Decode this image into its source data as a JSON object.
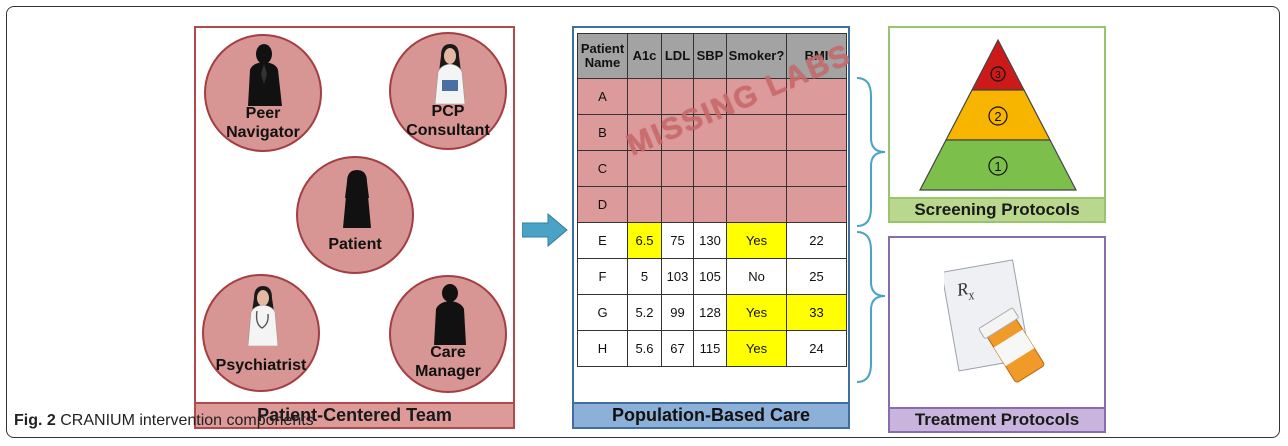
{
  "team": {
    "footer": "Patient-Centered Team",
    "members": {
      "peer": [
        "Peer",
        "Navigator"
      ],
      "pcp": [
        "PCP",
        "Consultant"
      ],
      "patient": "Patient",
      "psych": "Psychiatrist",
      "care": [
        "Care",
        "Manager"
      ]
    }
  },
  "table": {
    "footer": "Population-Based Care",
    "watermark": "MISSING LABS",
    "headers": [
      "Patient Name",
      "A1c",
      "LDL",
      "SBP",
      "Smoker?",
      "BMI"
    ],
    "rows": [
      {
        "name": "A",
        "values": [
          "",
          "",
          "",
          "",
          ""
        ],
        "missing": true
      },
      {
        "name": "B",
        "values": [
          "",
          "",
          "",
          "",
          ""
        ],
        "missing": true
      },
      {
        "name": "C",
        "values": [
          "",
          "",
          "",
          "",
          ""
        ],
        "missing": true
      },
      {
        "name": "D",
        "values": [
          "",
          "",
          "",
          "",
          ""
        ],
        "missing": true
      },
      {
        "name": "E",
        "values": [
          "6.5",
          "75",
          "130",
          "Yes",
          "22"
        ],
        "highlight": [
          0,
          3
        ]
      },
      {
        "name": "F",
        "values": [
          "5",
          "103",
          "105",
          "No",
          "25"
        ],
        "highlight": []
      },
      {
        "name": "G",
        "values": [
          "5.2",
          "99",
          "128",
          "Yes",
          "33"
        ],
        "highlight": [
          3,
          4
        ]
      },
      {
        "name": "H",
        "values": [
          "5.6",
          "67",
          "115",
          "Yes",
          "24"
        ],
        "highlight": [
          3
        ]
      }
    ]
  },
  "screening": {
    "footer": "Screening Protocols",
    "levels": [
      "3",
      "2",
      "1"
    ]
  },
  "treatment": {
    "footer": "Treatment Protocols",
    "rx_symbol": "R",
    "rx_sub": "X"
  },
  "caption": {
    "label": "Fig. 2",
    "text": "CRANIUM intervention components"
  },
  "colors": {
    "team_border": "#b04a4c",
    "circle_fill": "#d79593",
    "table_border": "#3f6ea0",
    "missing_fill": "#dc9a9a",
    "highlight": "#ffff00",
    "screen_border": "#9ac46b",
    "treat_border": "#8a6bb0",
    "arrow": "#4aa3c4"
  }
}
